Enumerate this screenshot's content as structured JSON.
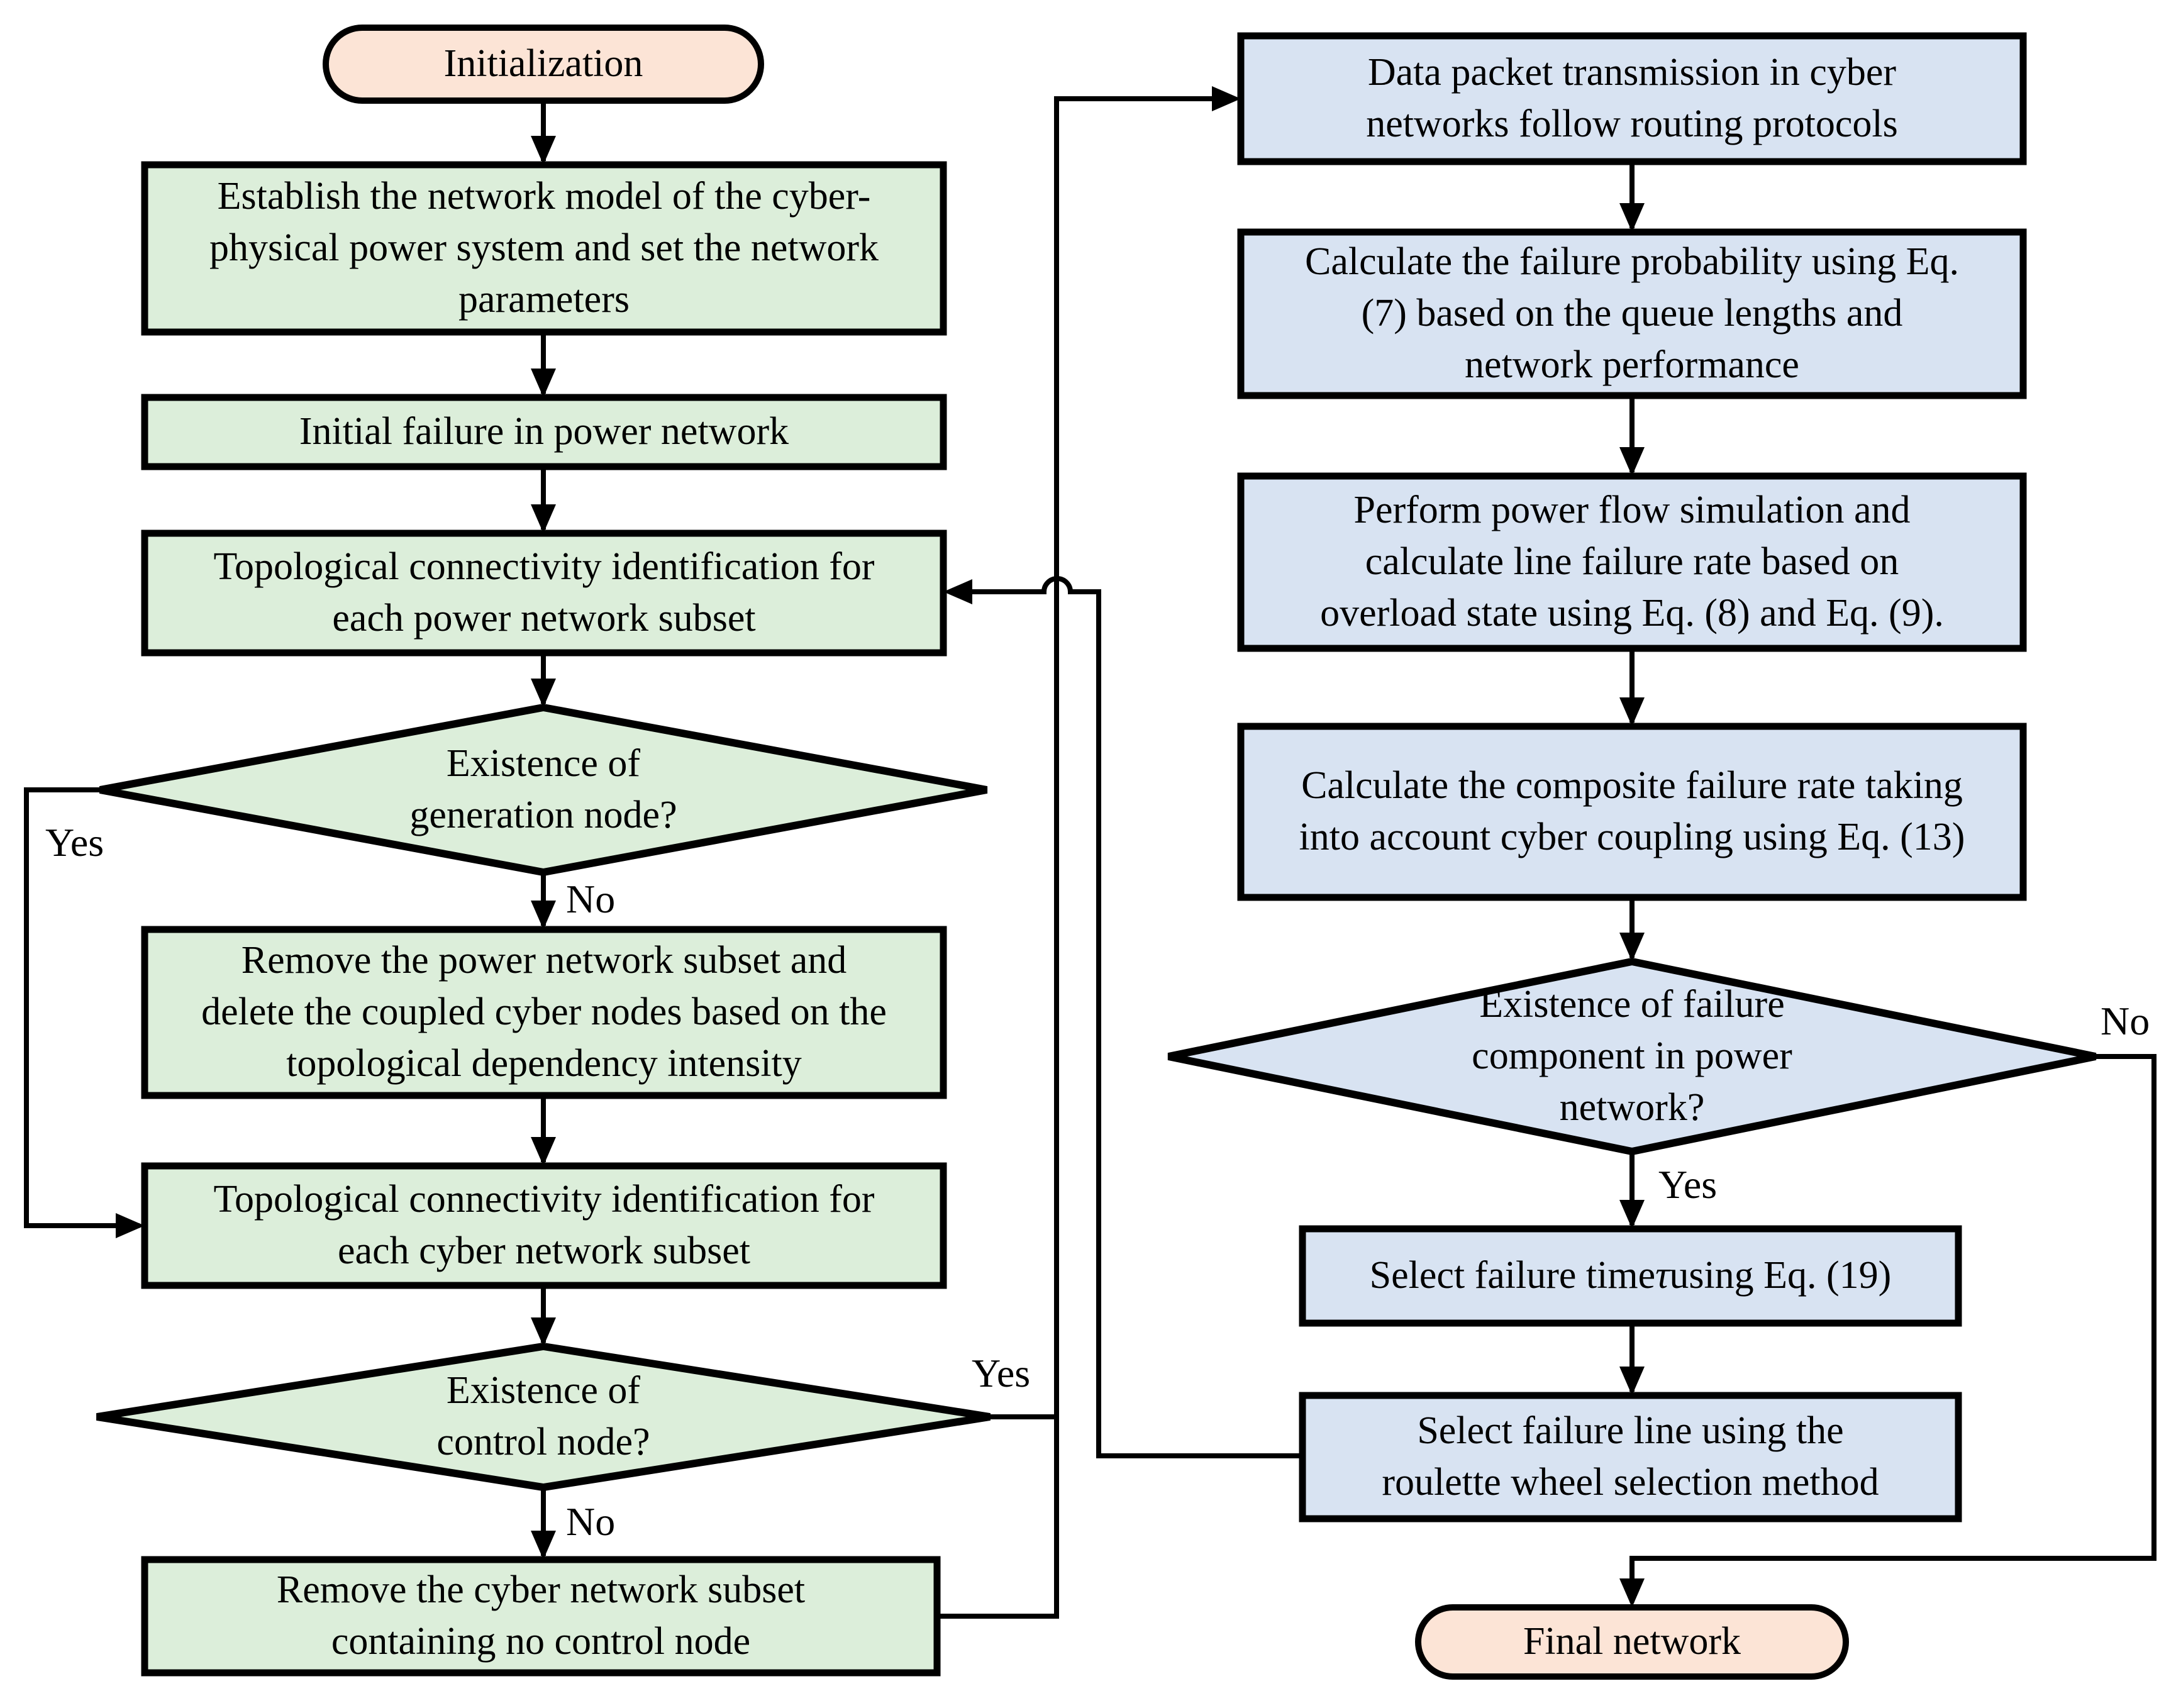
{
  "colors": {
    "power_node_fill": "#dceeda",
    "cyber_node_fill": "#d8e3f2",
    "terminal_fill": "#fce4d6",
    "line_color": "#000000",
    "background": "#ffffff"
  },
  "nodes": {
    "initialization": {
      "label": "Initialization"
    },
    "establish_model": {
      "label": "Establish the network model of the cyber-\nphysical power system and set the network\nparameters"
    },
    "initial_failure": {
      "label": "Initial failure in power network"
    },
    "topology_power": {
      "label": "Topological connectivity identification for\neach power network subset"
    },
    "generation_decision": {
      "label": "Existence of\ngeneration node?"
    },
    "remove_power_subset": {
      "label": "Remove the power network subset and\ndelete the coupled cyber nodes based on the\ntopological dependency intensity"
    },
    "topology_cyber": {
      "label": "Topological connectivity identification for\neach cyber network subset"
    },
    "control_decision": {
      "label": "Existence of\ncontrol node?"
    },
    "remove_cyber_subset": {
      "label": "Remove the cyber network subset\ncontaining no control node"
    },
    "data_packet": {
      "label": "Data packet transmission in cyber\nnetworks follow routing protocols"
    },
    "failure_probability": {
      "label": "Calculate the failure probability using Eq.\n(7) based on the queue lengths and\nnetwork performance"
    },
    "power_flow": {
      "label": "Perform power flow simulation and\ncalculate line failure rate based on\noverload state using Eq. (8) and Eq. (9)."
    },
    "composite_failure": {
      "label": "Calculate the composite failure rate taking\ninto account cyber coupling using Eq. (13)"
    },
    "failure_component_decision": {
      "label": "Existence of failure\ncomponent in power\nnetwork?"
    },
    "select_failure_time": {
      "prefix": "Select failure time ",
      "symbol": "τ",
      "suffix": " using Eq. (19)"
    },
    "select_failure_line": {
      "label": "Select failure line using the\nroulette wheel selection method"
    },
    "final_network": {
      "label": "Final network"
    }
  },
  "edge_labels": {
    "generation_yes": "Yes",
    "generation_no": "No",
    "control_yes": "Yes",
    "control_no": "No",
    "failure_yes": "Yes",
    "failure_no": "No"
  }
}
